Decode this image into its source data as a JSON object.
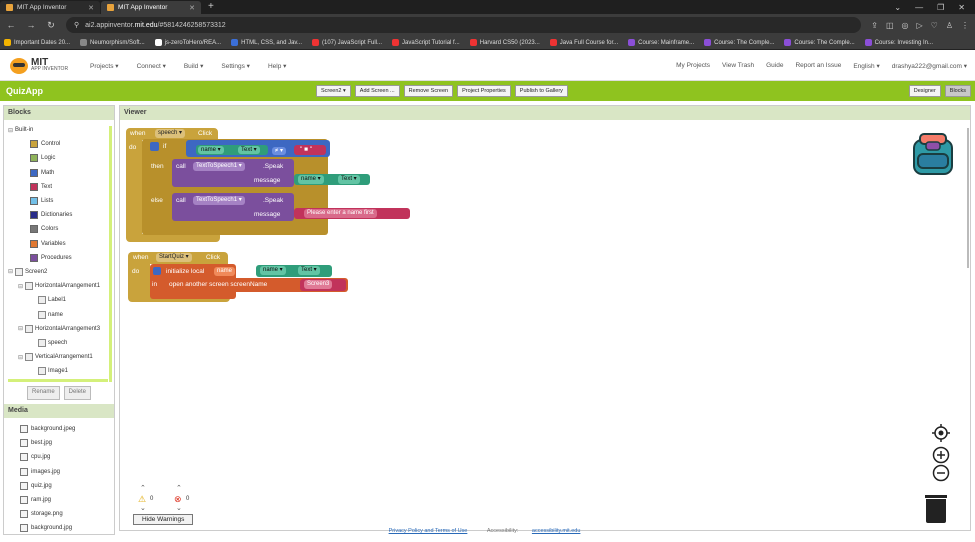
{
  "browser": {
    "tabs": [
      {
        "label": "MIT App Inventor",
        "active": false
      },
      {
        "label": "MIT App Inventor",
        "active": true
      }
    ],
    "url_prefix": "ai2.appinventor.",
    "url_host": "mit.edu",
    "url_rest": "/#5814246258573312",
    "bookmarks": [
      {
        "label": "Important Dates 20...",
        "color": "#f4b400"
      },
      {
        "label": "Neumorphism/Soft...",
        "color": "#888888"
      },
      {
        "label": "js-zeroToHero/REA...",
        "color": "#ffffff"
      },
      {
        "label": "HTML, CSS, and Jav...",
        "color": "#3b6fd8"
      },
      {
        "label": "(107) JavaScript Full...",
        "color": "#e33"
      },
      {
        "label": "JavaScript Tutorial f...",
        "color": "#e33"
      },
      {
        "label": "Harvard CS50 (2023...",
        "color": "#e33"
      },
      {
        "label": "Java Full Course for...",
        "color": "#e33"
      },
      {
        "label": "Course: Mainframe...",
        "color": "#8b4fd8"
      },
      {
        "label": "Course: The Comple...",
        "color": "#8b4fd8"
      },
      {
        "label": "Course: The Comple...",
        "color": "#8b4fd8"
      },
      {
        "label": "Course: Investing In...",
        "color": "#8b4fd8"
      }
    ]
  },
  "header": {
    "logo_mit": "MIT",
    "logo_sub": "APP INVENTOR",
    "menu": [
      "Projects ▾",
      "Connect ▾",
      "Build ▾",
      "Settings ▾",
      "Help ▾"
    ],
    "right_menu": [
      "My Projects",
      "View Trash",
      "Guide",
      "Report an Issue",
      "English ▾",
      "drashya222@gmail.com ▾"
    ]
  },
  "toolbar": {
    "app_name": "QuizApp",
    "screen_select": "Screen2 ▾",
    "add_screen": "Add Screen ...",
    "remove_screen": "Remove Screen",
    "project_properties": "Project Properties",
    "publish": "Publish to Gallery",
    "designer": "Designer",
    "blocks": "Blocks"
  },
  "blocks_panel": {
    "title": "Blocks",
    "builtin": "Built-in",
    "builtin_items": [
      {
        "label": "Control",
        "color": "#c9a33c"
      },
      {
        "label": "Logic",
        "color": "#8fb35a"
      },
      {
        "label": "Math",
        "color": "#3d68c2"
      },
      {
        "label": "Text",
        "color": "#c1335b"
      },
      {
        "label": "Lists",
        "color": "#73c0e8"
      },
      {
        "label": "Dictionaries",
        "color": "#2a2d8a"
      },
      {
        "label": "Colors",
        "color": "#777777"
      },
      {
        "label": "Variables",
        "color": "#e07832"
      },
      {
        "label": "Procedures",
        "color": "#7b4f9d"
      }
    ],
    "screen": "Screen2",
    "components": [
      {
        "label": "HorizontalArrangement1",
        "level": 1
      },
      {
        "label": "Label1",
        "level": 2
      },
      {
        "label": "name",
        "level": 2
      },
      {
        "label": "HorizontalArrangement3",
        "level": 1
      },
      {
        "label": "speech",
        "level": 2
      },
      {
        "label": "VerticalArrangement1",
        "level": 1
      },
      {
        "label": "Image1",
        "level": 2
      }
    ],
    "rename": "Rename",
    "delete": "Delete"
  },
  "media_panel": {
    "title": "Media",
    "files": [
      "background.jpeg",
      "best.jpg",
      "cpu.jpg",
      "images.jpg",
      "quiz.jpg",
      "ram.jpg",
      "storage.png",
      "background.jpg"
    ]
  },
  "viewer": {
    "title": "Viewer",
    "block1": {
      "when": "when",
      "component": "speech ▾",
      "event": "Click",
      "do": "do",
      "if": "if",
      "name": "name ▾",
      "text": "Text ▾",
      "op": "≠ ▾",
      "empty": "\" ■ \"",
      "then": "then",
      "call": "call",
      "tts": "TextToSpeech1 ▾",
      "speak": ".Speak",
      "message": "message",
      "msg_name": "name ▾",
      "msg_text": "Text ▾",
      "else": "else",
      "call2": "call",
      "tts2": "TextToSpeech1 ▾",
      "speak2": ".Speak",
      "message2": "message",
      "prompt": "Please enter a name first"
    },
    "block2": {
      "when": "when",
      "component": "StartQuiz ▾",
      "event": "Click",
      "do": "do",
      "init": "initialize local",
      "var": "name",
      "to": "to",
      "name": "name ▾",
      "text": "Text ▾",
      "in": "in",
      "open": "open another screen  screenName",
      "screen": "Screen3"
    },
    "warnings": {
      "count_warn": "0",
      "count_err": "0",
      "hide": "Hide Warnings"
    }
  },
  "footer": {
    "privacy": "Privacy Policy and Terms of Use",
    "access_label": "Accessibility:",
    "access_link": "accessibility.mit.edu"
  }
}
